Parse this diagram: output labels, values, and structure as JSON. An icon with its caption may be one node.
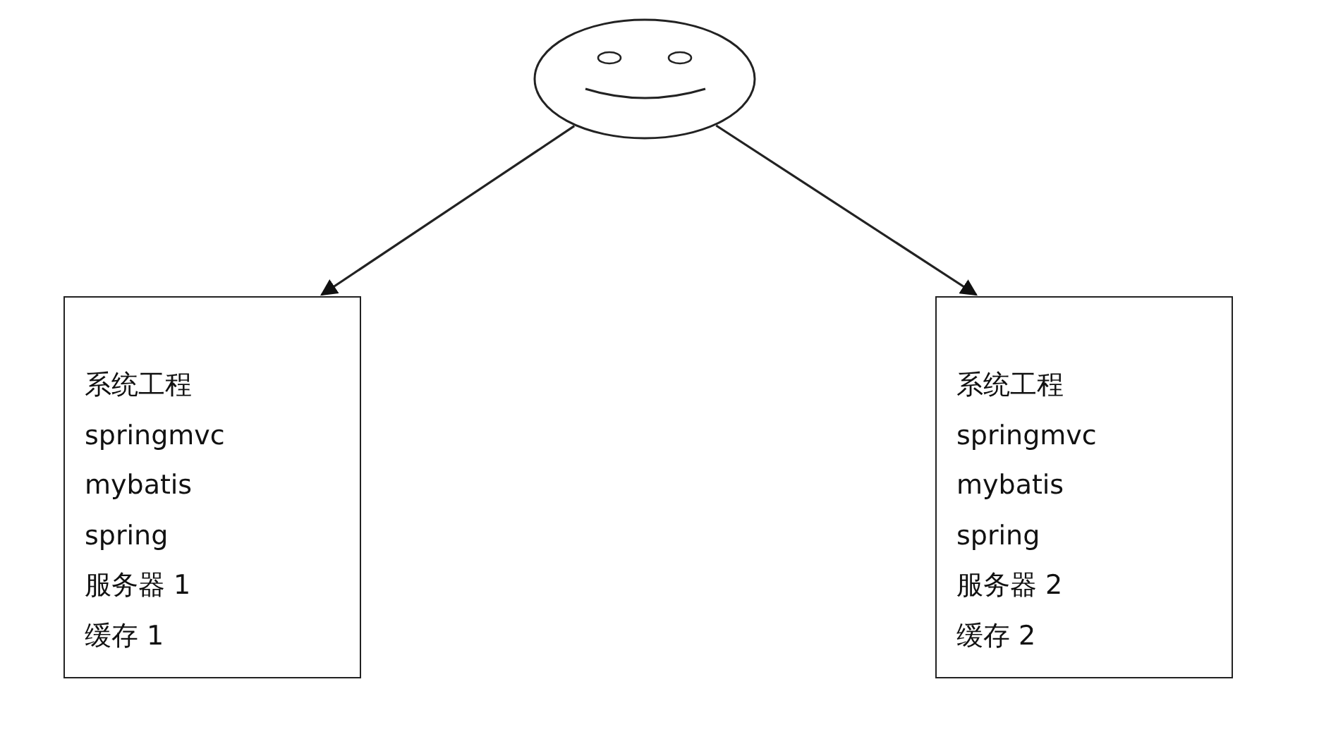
{
  "diagram": {
    "nodes": [
      {
        "text": [],
        "shape": "face"
      },
      {
        "text": [
          "系统工程",
          "springmvc",
          "mybatis",
          "spring",
          "服务器 1",
          "缓存 1"
        ]
      },
      {
        "text": [
          "系统工程",
          "springmvc",
          "mybatis",
          "spring",
          "服务器 2",
          "缓存 2"
        ]
      }
    ],
    "edges": [
      {
        "from": 0,
        "to": 1,
        "arrow": "to"
      },
      {
        "from": 0,
        "to": 2,
        "arrow": "to"
      }
    ]
  }
}
